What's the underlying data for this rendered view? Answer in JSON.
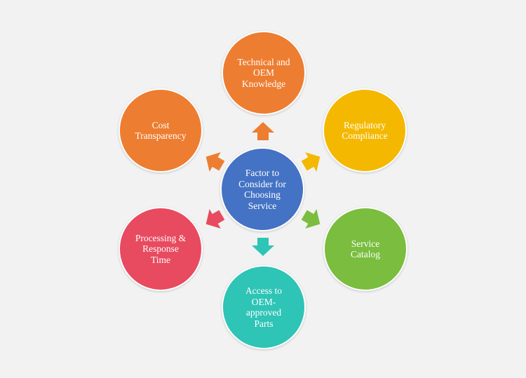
{
  "center": {
    "label": "Factor to\nConsider for\nChoosing\nService",
    "color": "#4472c4"
  },
  "nodes": [
    {
      "key": "technical",
      "label": "Technical and\nOEM\nKnowledge",
      "color": "#ed7d31"
    },
    {
      "key": "regulatory",
      "label": "Regulatory\nCompliance",
      "color": "#f4b800"
    },
    {
      "key": "catalog",
      "label": "Service\nCatalog",
      "color": "#7abd3f"
    },
    {
      "key": "parts",
      "label": "Access to\nOEM-\napproved\nParts",
      "color": "#2ec4b6"
    },
    {
      "key": "processing",
      "label": "Processing &\nResponse\nTime",
      "color": "#e84a5f"
    },
    {
      "key": "cost",
      "label": "Cost\nTransparency",
      "color": "#ed7d31"
    }
  ]
}
